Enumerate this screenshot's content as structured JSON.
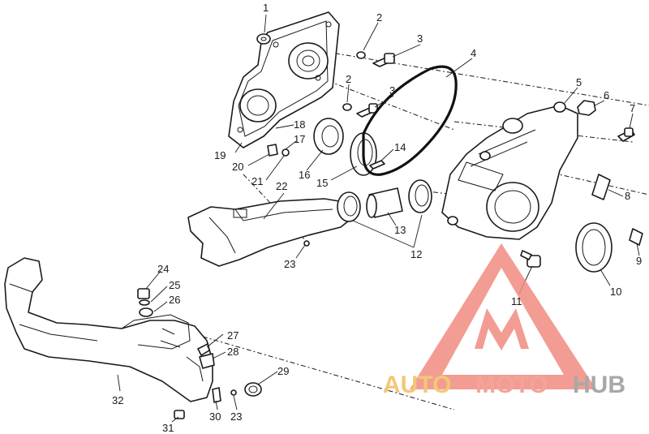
{
  "callouts": [
    {
      "id": "c1",
      "text": "1"
    },
    {
      "id": "c2a",
      "text": "2"
    },
    {
      "id": "c3a",
      "text": "3"
    },
    {
      "id": "c4",
      "text": "4"
    },
    {
      "id": "c5",
      "text": "5"
    },
    {
      "id": "c6",
      "text": "6"
    },
    {
      "id": "c7",
      "text": "7"
    },
    {
      "id": "c2b",
      "text": "2"
    },
    {
      "id": "c3b",
      "text": "3"
    },
    {
      "id": "c18",
      "text": "18"
    },
    {
      "id": "c17",
      "text": "17"
    },
    {
      "id": "c19",
      "text": "19"
    },
    {
      "id": "c20",
      "text": "20"
    },
    {
      "id": "c21",
      "text": "21"
    },
    {
      "id": "c16",
      "text": "16"
    },
    {
      "id": "c15",
      "text": "15"
    },
    {
      "id": "c14",
      "text": "14"
    },
    {
      "id": "c22",
      "text": "22"
    },
    {
      "id": "c13",
      "text": "13"
    },
    {
      "id": "c12",
      "text": "12"
    },
    {
      "id": "c23a",
      "text": "23"
    },
    {
      "id": "c8",
      "text": "8"
    },
    {
      "id": "c9",
      "text": "9"
    },
    {
      "id": "c10",
      "text": "10"
    },
    {
      "id": "c11",
      "text": "11"
    },
    {
      "id": "c24",
      "text": "24"
    },
    {
      "id": "c25",
      "text": "25"
    },
    {
      "id": "c26",
      "text": "26"
    },
    {
      "id": "c27",
      "text": "27"
    },
    {
      "id": "c28",
      "text": "28"
    },
    {
      "id": "c29",
      "text": "29"
    },
    {
      "id": "c32",
      "text": "32"
    },
    {
      "id": "c30",
      "text": "30"
    },
    {
      "id": "c23b",
      "text": "23"
    },
    {
      "id": "c31",
      "text": "31"
    }
  ],
  "watermark": {
    "words": [
      "AUTO",
      "MOTO",
      "HUB"
    ],
    "colors": {
      "auto": "#f2c873",
      "moto": "#f4a39a",
      "hub": "#a8a8a8",
      "triangle": "#f28b82"
    }
  }
}
